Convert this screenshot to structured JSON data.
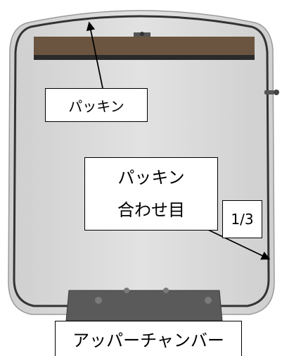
{
  "labels": {
    "gasket": "パッキン",
    "gasket_joint_line1": "パッキン",
    "gasket_joint_line2": "合わせ目",
    "fraction": "1/3",
    "upper_chamber": "アッパーチャンバー"
  },
  "colors": {
    "shell": "#d9d9d9",
    "gasket_outline": "#333333",
    "top_plate": "#6b5540",
    "arrow": "#000000"
  }
}
